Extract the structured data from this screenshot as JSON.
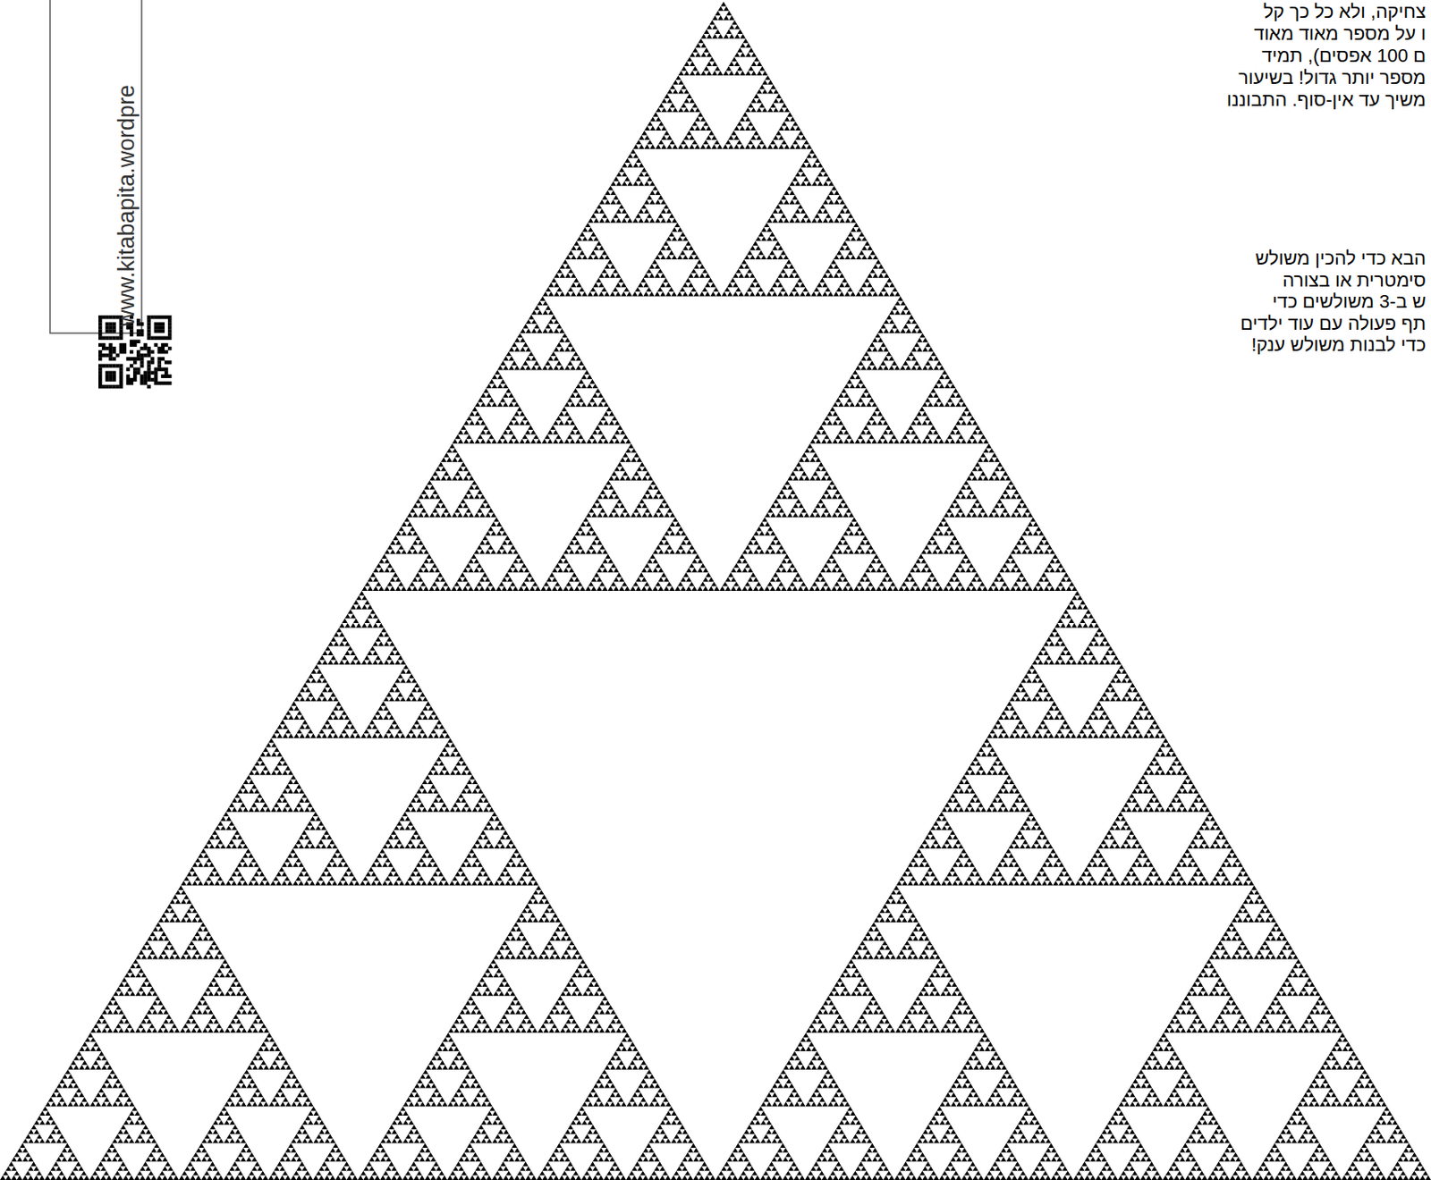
{
  "diagram": {
    "labels": [
      "www.kitabapita.wordpre",
      "צחיקה, ולא כל כך קל",
      "ו על מספר מאוד מאוד",
      "ם 100 אפסים), תמיד",
      "מספר יותר גדול! בשיעור",
      "משיך עד אין-סוף. התבוננו",
      "הבא כדי להכין משולש",
      "סימטרית או בצורה",
      "ש ב-3 משולשים כדי",
      "תף פעולה עם עוד ילדים",
      "כדי לבנות משולש ענק!"
    ]
  }
}
